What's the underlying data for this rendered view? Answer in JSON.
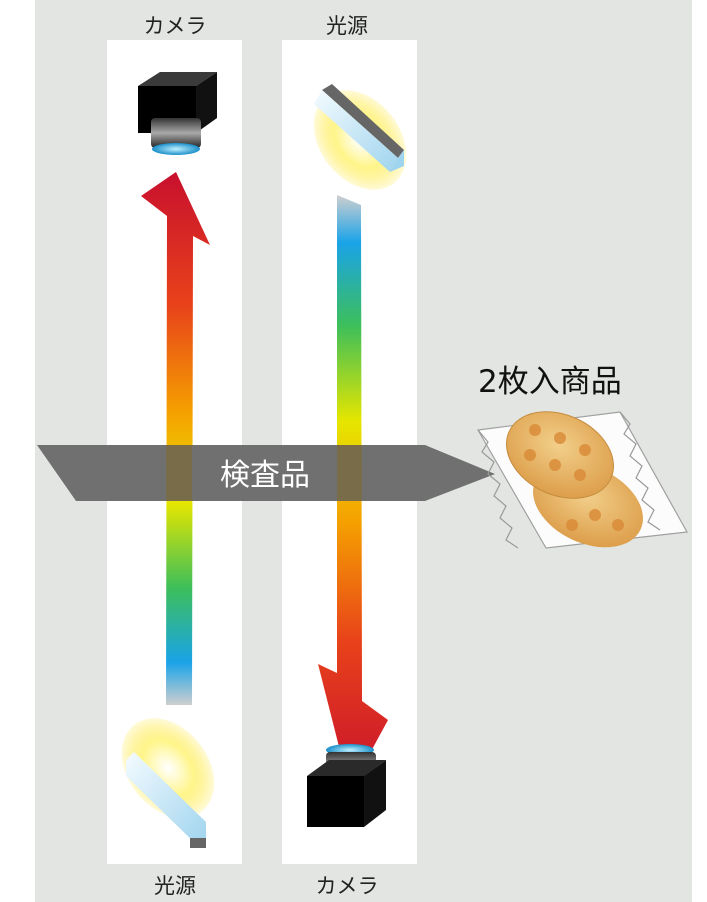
{
  "labels": {
    "top_left": "カメラ",
    "top_right": "光源",
    "bottom_left": "光源",
    "bottom_right": "カメラ",
    "inspection": "検査品",
    "product": "2枚入商品"
  },
  "colors": {
    "panel_bg": "#e2e5e1",
    "column_bg": "#ffffff",
    "inspection_band": "#6b6b6b",
    "arrow_red": "#c8102e",
    "light_glow": "#fff36a",
    "cracker": "#e8b265"
  },
  "icons": [
    "camera-icon",
    "light-source-icon",
    "cracker-package-icon"
  ]
}
